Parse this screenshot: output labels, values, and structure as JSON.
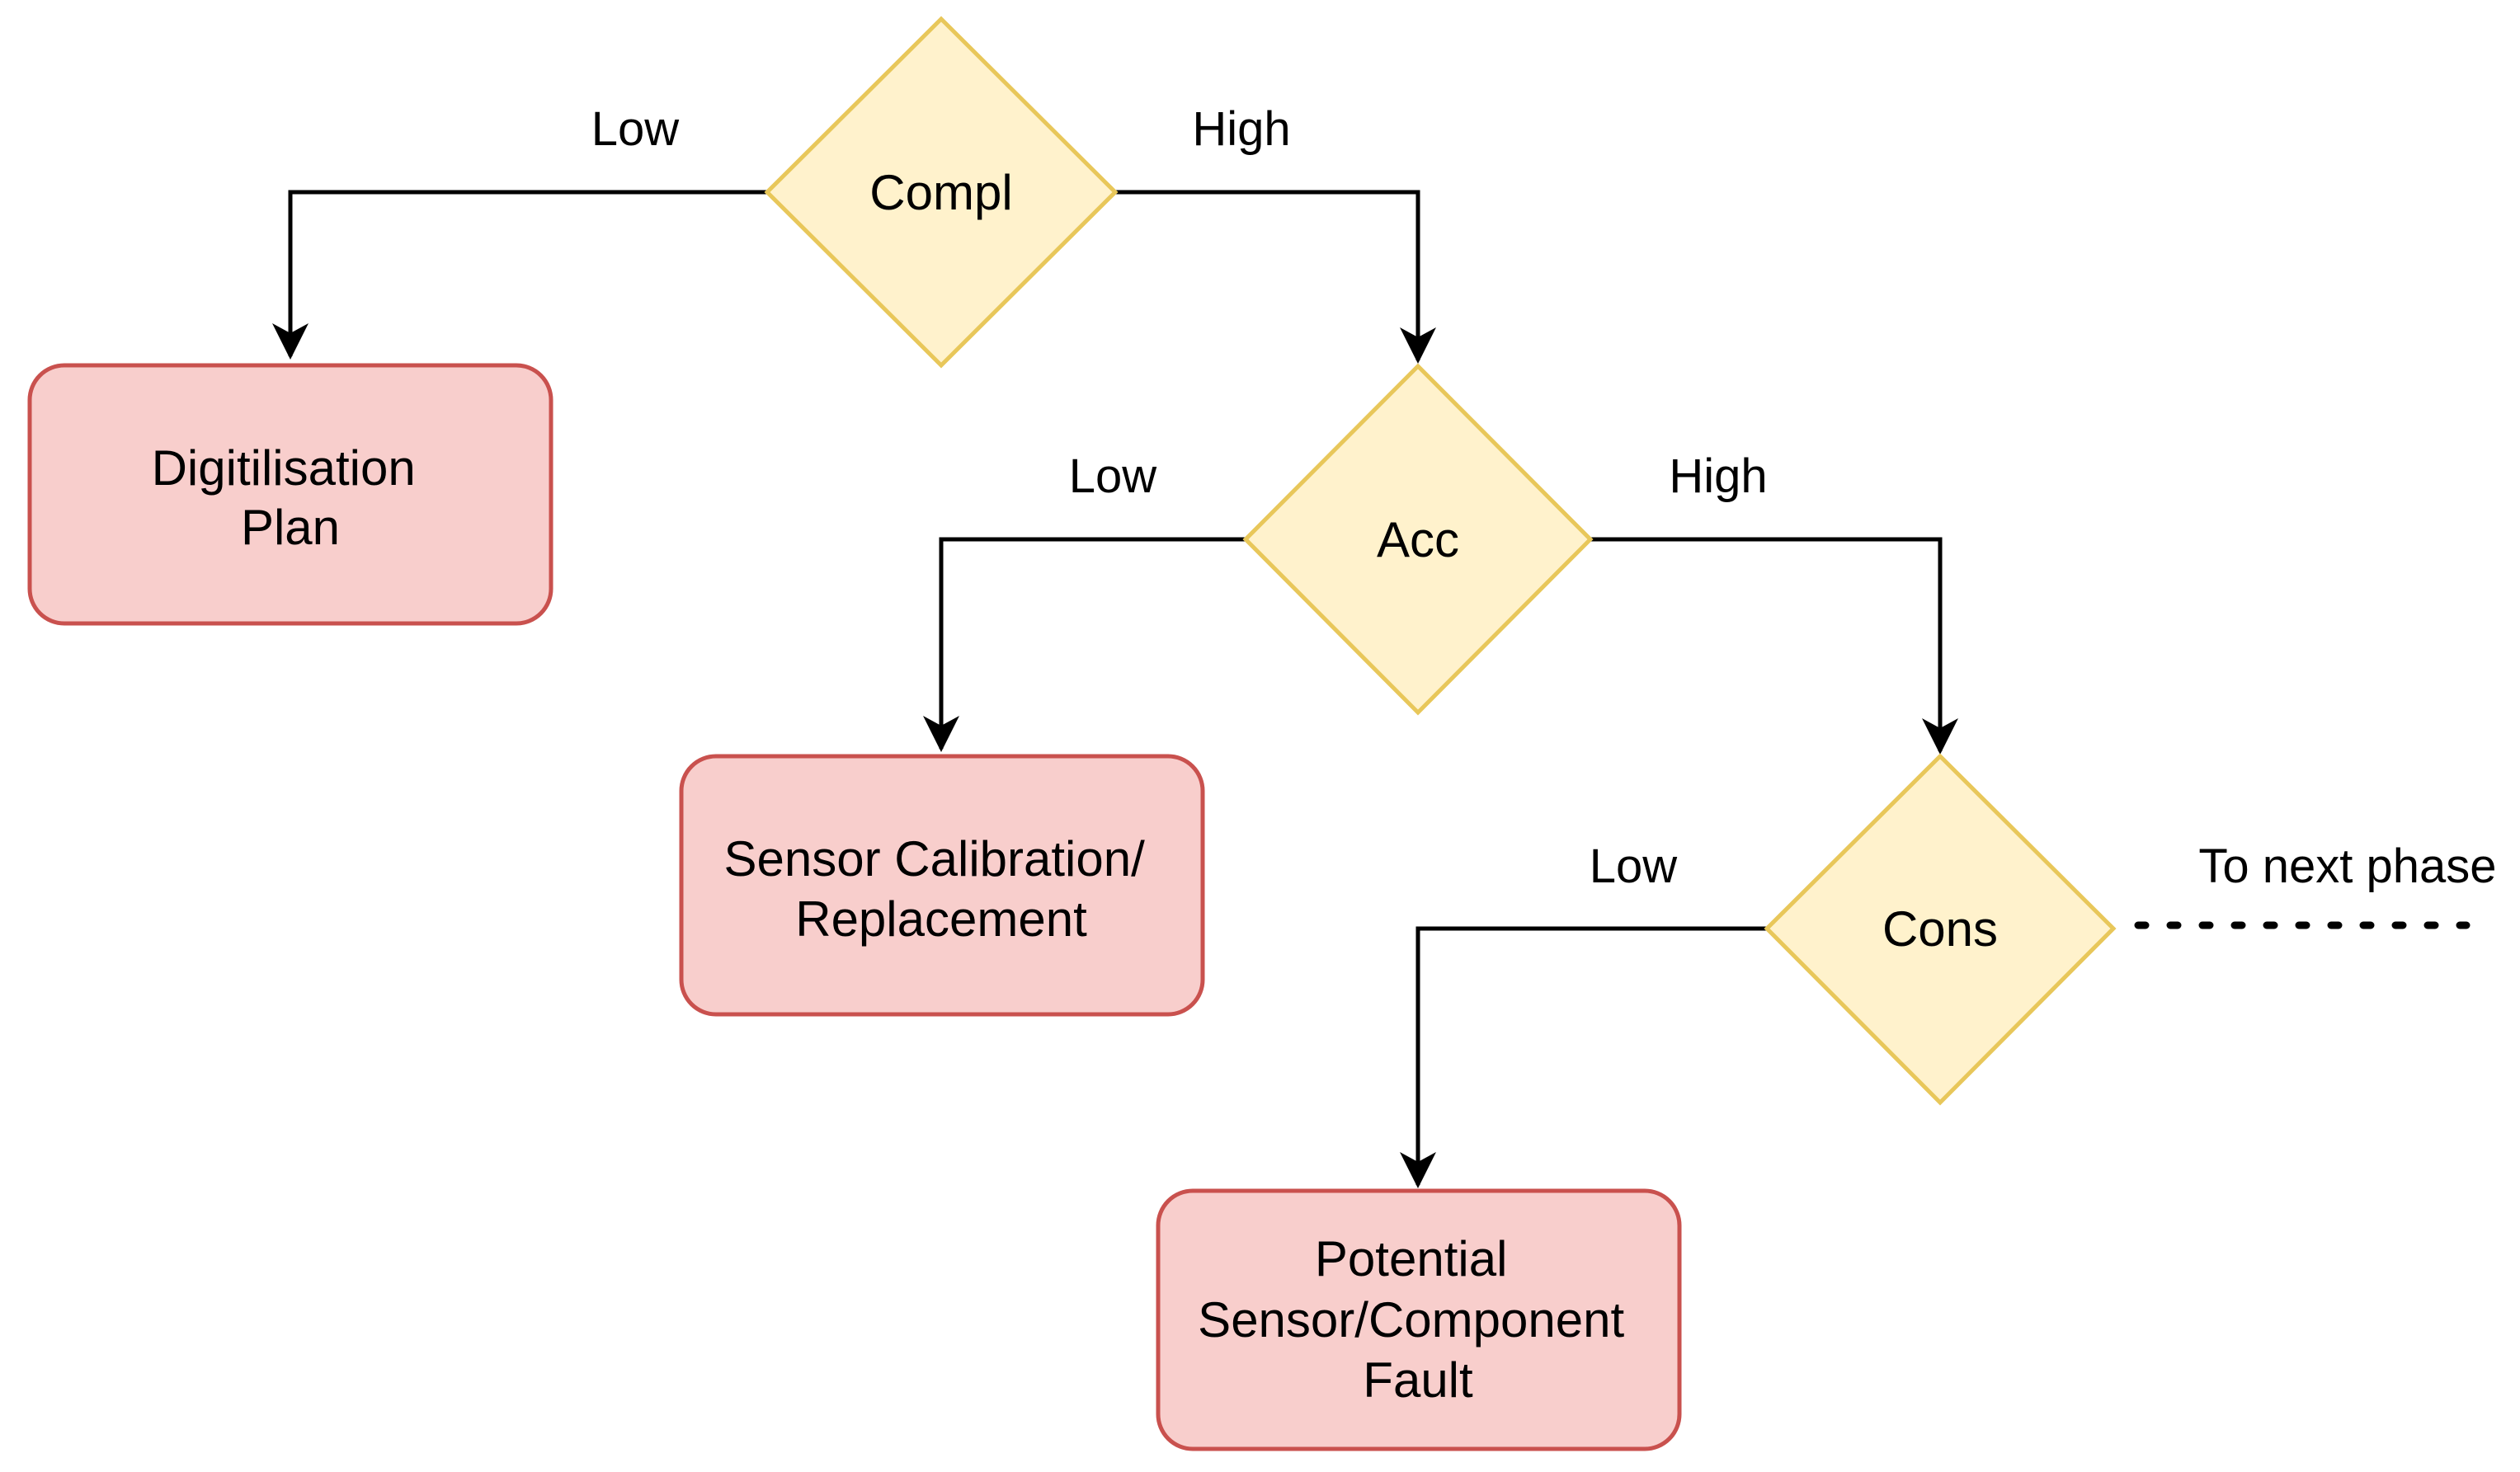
{
  "colors": {
    "decision_fill": "#FFF2CC",
    "decision_stroke": "#E8C75A",
    "outcome_fill": "#F8CECC",
    "outcome_stroke": "#C9514E",
    "edge": "#000000"
  },
  "nodes": {
    "compl": {
      "label": "Compl"
    },
    "acc": {
      "label": "Acc"
    },
    "cons": {
      "label": "Cons"
    },
    "digitilisation_plan": {
      "lines": [
        "Digitilisation",
        "Plan"
      ]
    },
    "sensor_calibration": {
      "lines": [
        "Sensor Calibration/",
        "Replacement"
      ]
    },
    "potential_fault": {
      "lines": [
        "Potential",
        "Sensor/Component",
        "Fault"
      ]
    }
  },
  "edges": {
    "compl_low": "Low",
    "compl_high": "High",
    "acc_low": "Low",
    "acc_high": "High",
    "cons_low": "Low",
    "next_phase": "To next phase"
  }
}
